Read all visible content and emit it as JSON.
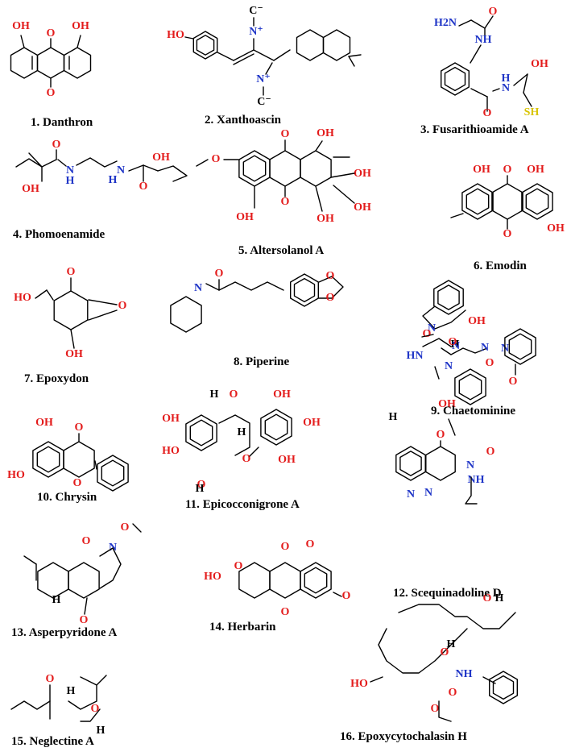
{
  "figure": {
    "compounds": [
      {
        "number": "1.",
        "name": "Danthron"
      },
      {
        "number": "2.",
        "name": "Xanthoascin"
      },
      {
        "number": "3.",
        "name": "Fusarithioamide A"
      },
      {
        "number": "4.",
        "name": "Phomoenamide"
      },
      {
        "number": "5.",
        "name": "Altersolanol A"
      },
      {
        "number": "6.",
        "name": "Emodin"
      },
      {
        "number": "7.",
        "name": "Epoxydon"
      },
      {
        "number": "8.",
        "name": "Piperine"
      },
      {
        "number": "9.",
        "name": "Chaetominine"
      },
      {
        "number": "10.",
        "name": "Chrysin"
      },
      {
        "number": "11.",
        "name": "Epicocconigrone A"
      },
      {
        "number": "12.",
        "name": "Scequinadoline D"
      },
      {
        "number": "13.",
        "name": "Asperpyridone A"
      },
      {
        "number": "14.",
        "name": "Herbarin"
      },
      {
        "number": "15.",
        "name": "Neglectine A"
      },
      {
        "number": "16.",
        "name": "Epoxycytochalasin H"
      }
    ],
    "atom_labels": {
      "oh": "OH",
      "ho": "HO",
      "o": "O",
      "n": "N",
      "h": "H",
      "nh": "NH",
      "hn": "HN",
      "h2n": "H2N",
      "sh": "SH",
      "c_minus": "C⁻",
      "n_plus": "N⁺"
    },
    "colors": {
      "oxygen": "#e31b1b",
      "nitrogen": "#1f35c7",
      "sulfur": "#d8c400",
      "bond": "#000000"
    }
  }
}
